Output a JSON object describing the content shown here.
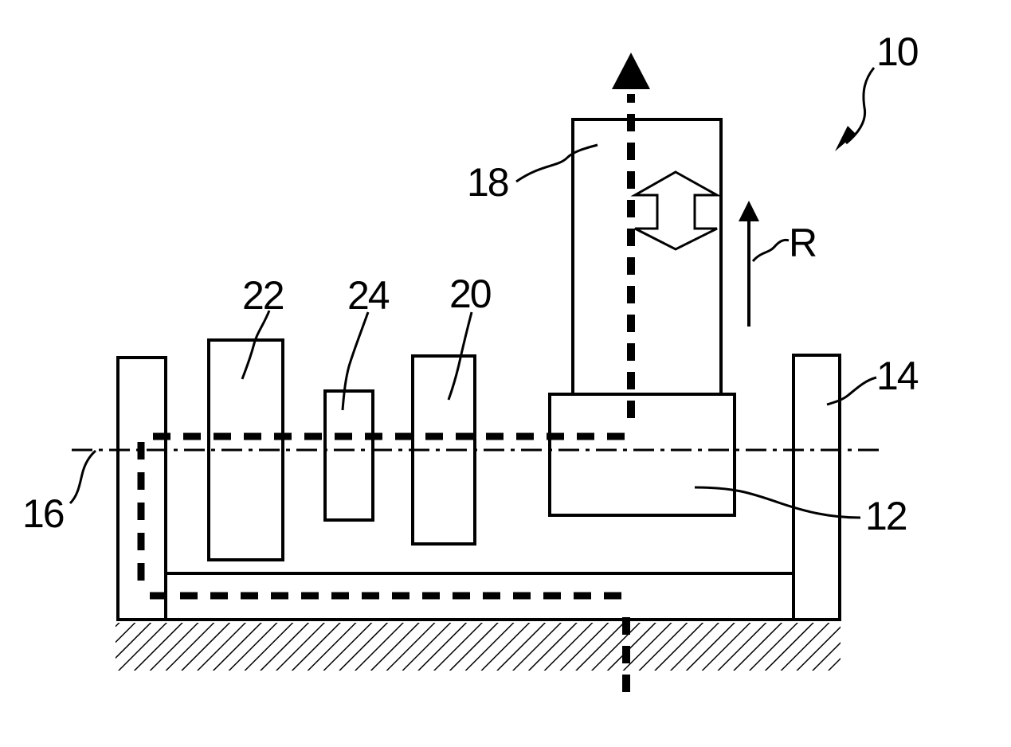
{
  "figure": {
    "labels": {
      "assembly": "10",
      "part_12": "12",
      "part_14": "14",
      "axis_16": "16",
      "part_18": "18",
      "part_20": "20",
      "part_22": "22",
      "part_24": "24",
      "direction_r": "R"
    },
    "colors": {
      "line": "#000000",
      "background": "#ffffff"
    }
  }
}
